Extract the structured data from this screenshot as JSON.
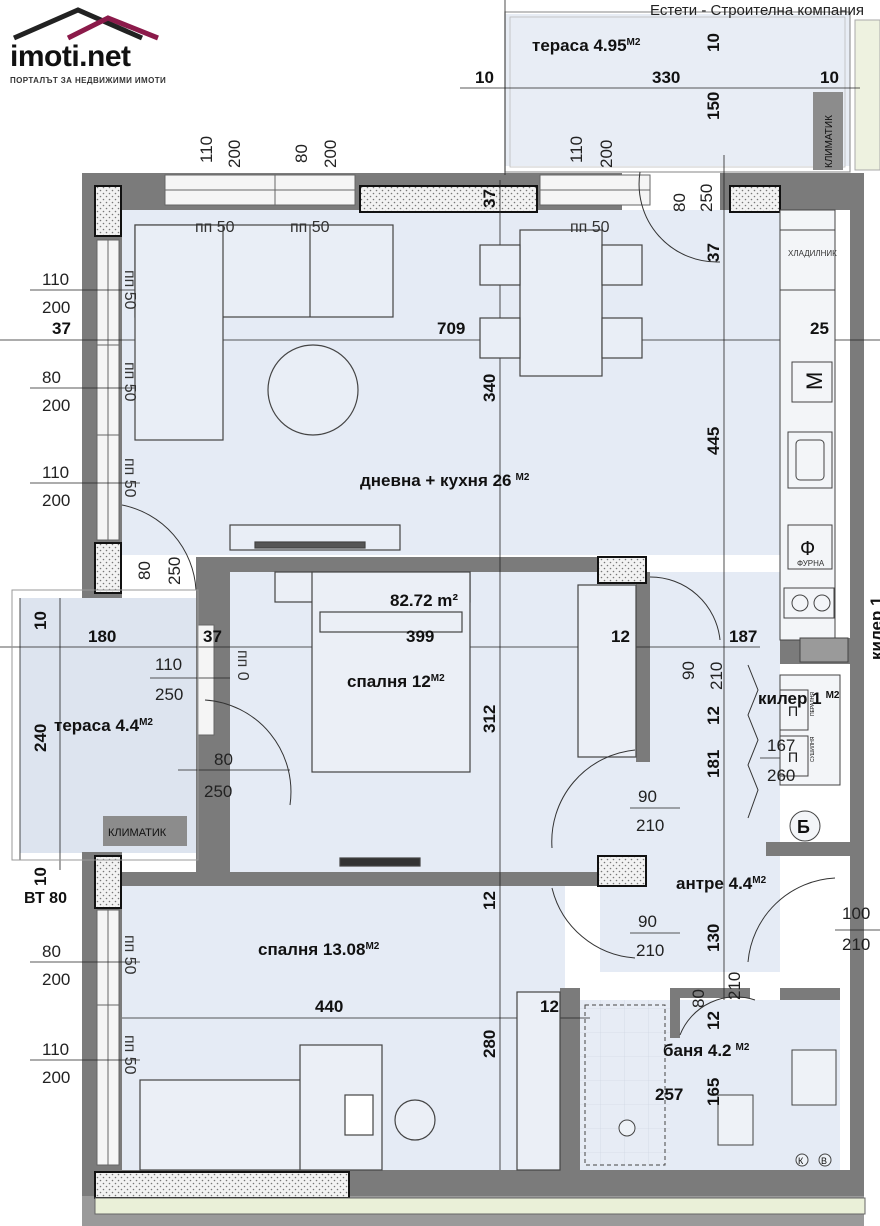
{
  "brand": {
    "name": "imoti.net",
    "tagline": "ПОРТАЛЪТ ЗА НЕДВИЖИМИ ИМОТИ"
  },
  "company": "Естети - Строителна компания",
  "total_area": "82.72 m²",
  "rooms": [
    {
      "id": "living",
      "label": "дневна + кухня 26",
      "unit": "M2"
    },
    {
      "id": "bedroom1",
      "label": "спалня 12",
      "unit": "M2"
    },
    {
      "id": "bedroom2",
      "label": "спалня 13.08",
      "unit": "M2"
    },
    {
      "id": "terrace1",
      "label": "тераса 4.95",
      "unit": "M2"
    },
    {
      "id": "terrace2",
      "label": "тераса 4.4",
      "unit": "M2"
    },
    {
      "id": "pantry",
      "label": "килер 1",
      "unit": "M2"
    },
    {
      "id": "pantry2",
      "label": "килер 1",
      "unit": "M2"
    },
    {
      "id": "hall",
      "label": "антре 4.4",
      "unit": "M2"
    },
    {
      "id": "bath",
      "label": "баня 4.2",
      "unit": "M2"
    }
  ],
  "dimensions": {
    "d10a": "10",
    "d330": "330",
    "d10b": "10",
    "d10c": "10",
    "d150": "150",
    "d37a": "37",
    "d37b": "37",
    "d709": "709",
    "d25": "25",
    "d340": "340",
    "d445": "445",
    "d37c": "37",
    "d10d": "10",
    "d180": "180",
    "d37d": "37",
    "d399": "399",
    "d12a": "12",
    "d187": "187",
    "d240": "240",
    "d312": "312",
    "d12b": "12",
    "d181": "181",
    "d10e": "10",
    "d12c": "12",
    "d130": "130",
    "d12d": "12",
    "d440": "440",
    "d12e": "12",
    "d280": "280",
    "d257": "257",
    "d165": "165"
  },
  "openings": {
    "w1a": "110",
    "w1b": "200",
    "w2a": "80",
    "w2b": "200",
    "w3a": "110",
    "w3b": "200",
    "d80": "80",
    "d250": "250",
    "l1a": "110",
    "l1b": "200",
    "l2a": "80",
    "l2b": "200",
    "l3a": "110",
    "l3b": "200",
    "sd80": "80",
    "sd250": "250",
    "t110": "110",
    "t250": "250",
    "t80": "80",
    "t250b": "250",
    "door90a": "90",
    "door210a": "210",
    "door90b": "90",
    "door210b": "210",
    "door90c": "90",
    "door210c": "210",
    "p167": "167",
    "p260": "260",
    "e100": "100",
    "e210": "210",
    "b80": "80",
    "b210": "210",
    "bl1a": "80",
    "bl1b": "200",
    "bl2a": "110",
    "bl2b": "200"
  },
  "sill_labels": {
    "top1": "пп 50",
    "top2": "пп 50",
    "top3": "пп 50",
    "left1": "пп 50",
    "left2": "пп 50",
    "left3": "пп 50",
    "mid": "пп 0",
    "bl1": "пп 50",
    "bl2": "пп 50"
  },
  "fixtures": {
    "ac1": "КЛИМАТИК",
    "ac2": "КЛИМАТИК",
    "fridge": "ХЛАДИЛНИК",
    "washer": "М",
    "oven": "Ф",
    "oven_sub": "ФУРНА",
    "boiler": "Б",
    "bt": "ВТ 80",
    "washer_small": "П",
    "dryer_small": "П",
    "washer_caption": "ПЕРАЛНЯ",
    "dryer_caption": "СУШИЛНЯ",
    "tap1": "К",
    "tap2": "В"
  }
}
